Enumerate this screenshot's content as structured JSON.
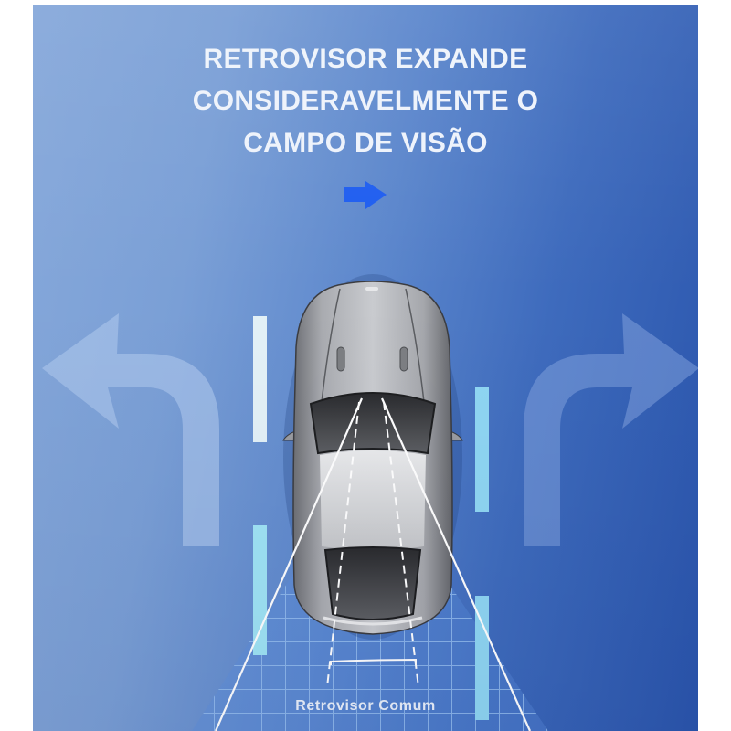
{
  "headline": {
    "lines": [
      "RETROVISOR EXPANDE",
      "CONSIDERAVELMENTE O",
      "CAMPO DE VISÃO"
    ]
  },
  "indicator": {
    "icon": "arrow-right-icon",
    "color": "#1f5ef0"
  },
  "turn_arrows": {
    "left": {
      "icon": "turn-left-arrow-icon"
    },
    "right": {
      "icon": "turn-right-arrow-icon"
    }
  },
  "car": {
    "label": "car-top-view"
  },
  "caption": {
    "text": "Retrovisor Comum"
  },
  "colors": {
    "panel_left": "#86a8da",
    "panel_right": "#2a55ad",
    "lane_marker": "#9fe3f5",
    "headline_text": "#eef3fb",
    "indicator_arrow": "#1f5ef0"
  }
}
